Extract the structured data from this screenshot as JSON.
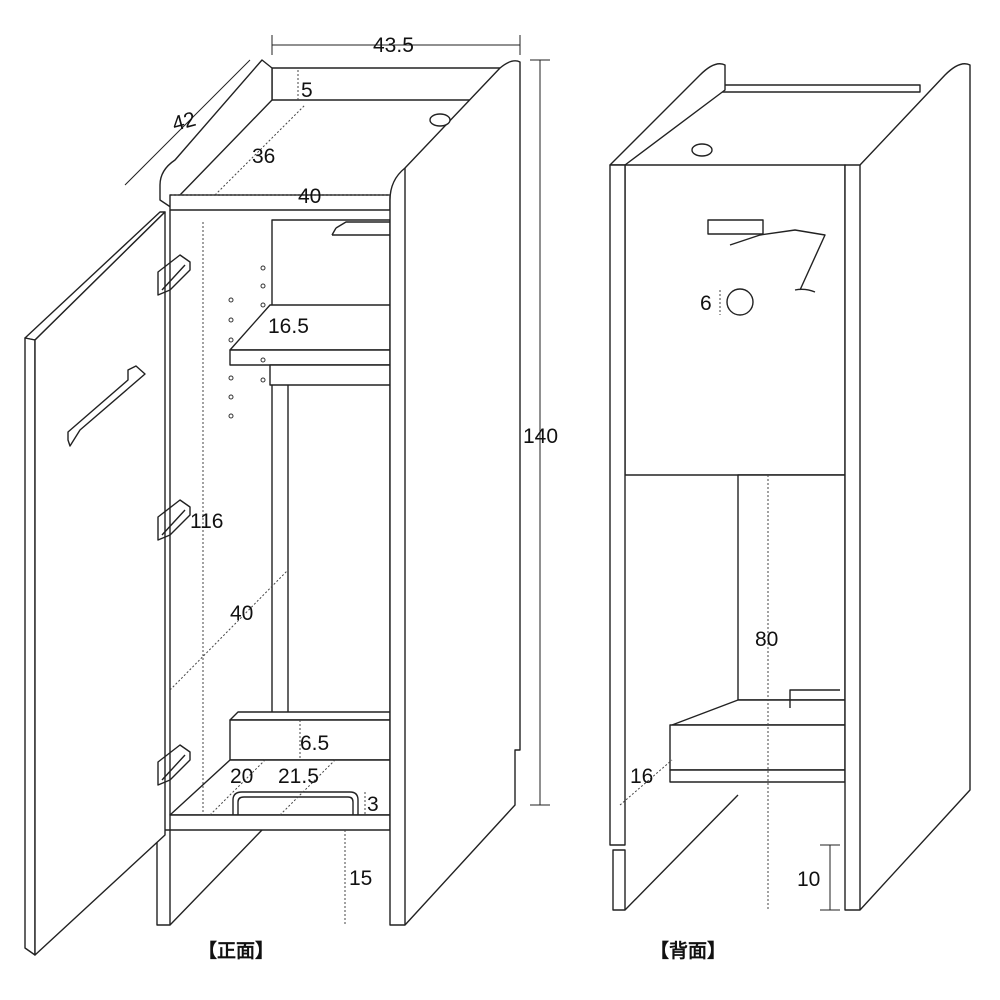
{
  "front": {
    "caption": "【正面】",
    "dims": {
      "width": "43.5",
      "depth": "42",
      "top_gap": "5",
      "inner_depth": "36",
      "inner_width": "40",
      "shelf_depth": "16.5",
      "height": "140",
      "inner_height": "116",
      "lower_width": "40",
      "drawer_height": "6.5",
      "drawer_depth": "20",
      "drawer_width": "21.5",
      "handle_height": "3",
      "plinth_height": "15"
    }
  },
  "back": {
    "caption": "【背面】",
    "dims": {
      "hole": "6",
      "opening_height": "80",
      "drawer_height": "16",
      "plinth_height": "10"
    }
  }
}
